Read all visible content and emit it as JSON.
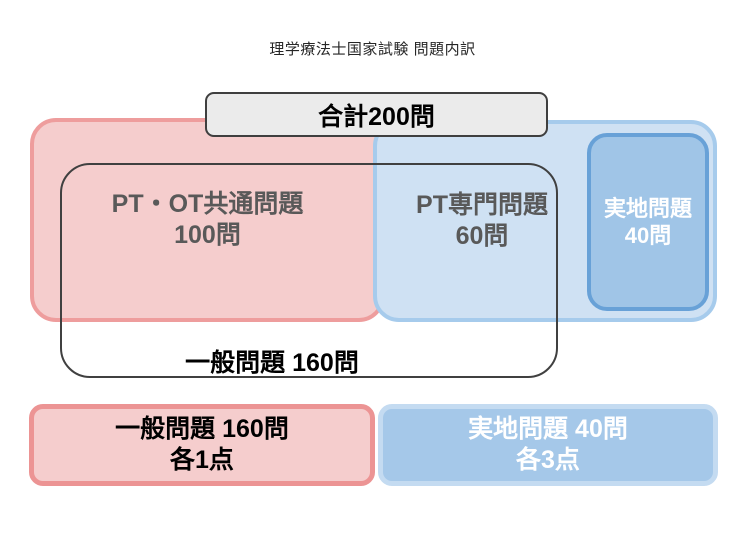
{
  "title": "理学療法士国家試験 問題内訳",
  "total": {
    "label": "合計200問"
  },
  "regions": {
    "common": {
      "line1": "PT・OT共通問題",
      "line2": "100問"
    },
    "specialized": {
      "line1": "PT専門問題",
      "line2": "60問"
    },
    "practical": {
      "line1": "実地問題",
      "line2": "40問"
    },
    "general": {
      "label": "一般問題 160問"
    }
  },
  "scores": {
    "general": {
      "line1": "一般問題 160問",
      "line2": "各1点"
    },
    "practical": {
      "line1": "実地問題 40問",
      "line2": "各3点"
    }
  },
  "colors": {
    "pink_fill": "#f5cdcd",
    "pink_border": "#ee9d9d",
    "blue_fill": "#cfe1f3",
    "blue_border": "#a6cbec",
    "dark_blue_fill": "#a0c5e7",
    "dark_blue_border": "#68a1d7",
    "gray_fill": "#ebebeb",
    "gray_border": "#3f3f3f",
    "outline_border": "#404040",
    "bottom_pink_border": "#ec9494",
    "bottom_blue_fill": "#a5c8e9",
    "bottom_blue_border": "#c4dbf1"
  }
}
